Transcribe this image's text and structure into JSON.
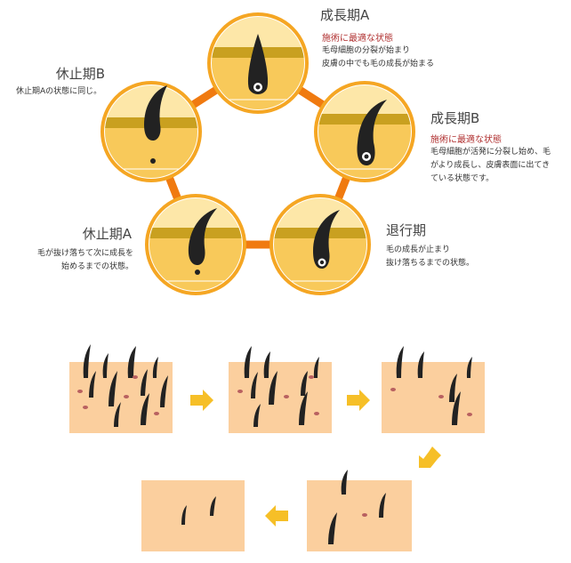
{
  "cycle": {
    "stages": [
      {
        "id": "growth_a",
        "title": "成長期A",
        "highlight": "施術に最適な状態",
        "description": "毛母細胞の分裂が始まり\n皮膚の中でも毛の成長が始まる"
      },
      {
        "id": "growth_b",
        "title": "成長期B",
        "highlight": "施術に最適な状態",
        "description": "毛母細胞が活発に分裂し始め、毛\nがより成長し、皮膚表面に出てき\nている状態です。"
      },
      {
        "id": "regression",
        "title": "退行期",
        "highlight": "",
        "description": "毛の成長が止まり\n抜け落ちるまでの状態。"
      },
      {
        "id": "rest_a",
        "title": "休止期A",
        "highlight": "",
        "description": "毛が抜け落ちて次に成長を\n始めるまでの状態。"
      },
      {
        "id": "rest_b",
        "title": "休止期B",
        "highlight": "",
        "description": "休止期Aの状態に同じ。"
      }
    ]
  },
  "colors": {
    "ring": "#f07a10",
    "circle_border": "#f5a623",
    "skin_light": "#fde7a8",
    "skin": "#f8c95a",
    "surface": "#c9a020",
    "hair": "#222222",
    "panel": "#fbcf9e",
    "arrow": "#f6bf27"
  }
}
